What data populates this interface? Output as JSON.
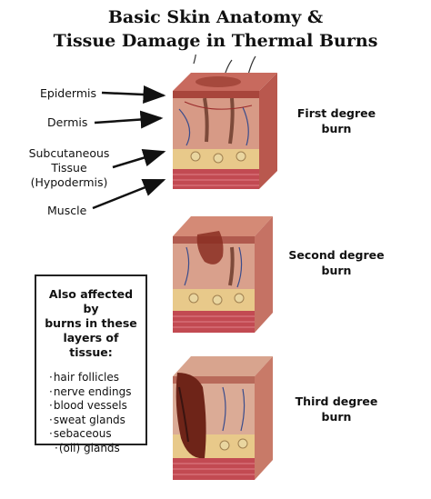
{
  "title": {
    "line1": "Basic Skin Anatomy &",
    "line2": "Tissue Damage in Thermal Burns"
  },
  "layers": {
    "epidermis": "Epidermis",
    "dermis": "Dermis",
    "subcutaneous_1": "Subcutaneous",
    "subcutaneous_2": "Tissue",
    "subcutaneous_3": "(Hypodermis)",
    "muscle": "Muscle"
  },
  "burns": {
    "first_1": "First degree",
    "first_2": "burn",
    "second_1": "Second degree",
    "second_2": "burn",
    "third_1": "Third degree",
    "third_2": "burn"
  },
  "infobox": {
    "heading_1": "Also affected by",
    "heading_2": "burns in these",
    "heading_3": "layers of tissue:",
    "items": [
      "hair follicles",
      "nerve endings",
      "blood vessels",
      "sweat glands",
      "sebaceous",
      "(oil) glands"
    ]
  },
  "colors": {
    "epidermis": "#c97a6e",
    "dermis": "#d79a86",
    "fat": "#e8c98a",
    "muscle": "#c24a52",
    "burn": "#8a2e22",
    "text": "#111111"
  }
}
